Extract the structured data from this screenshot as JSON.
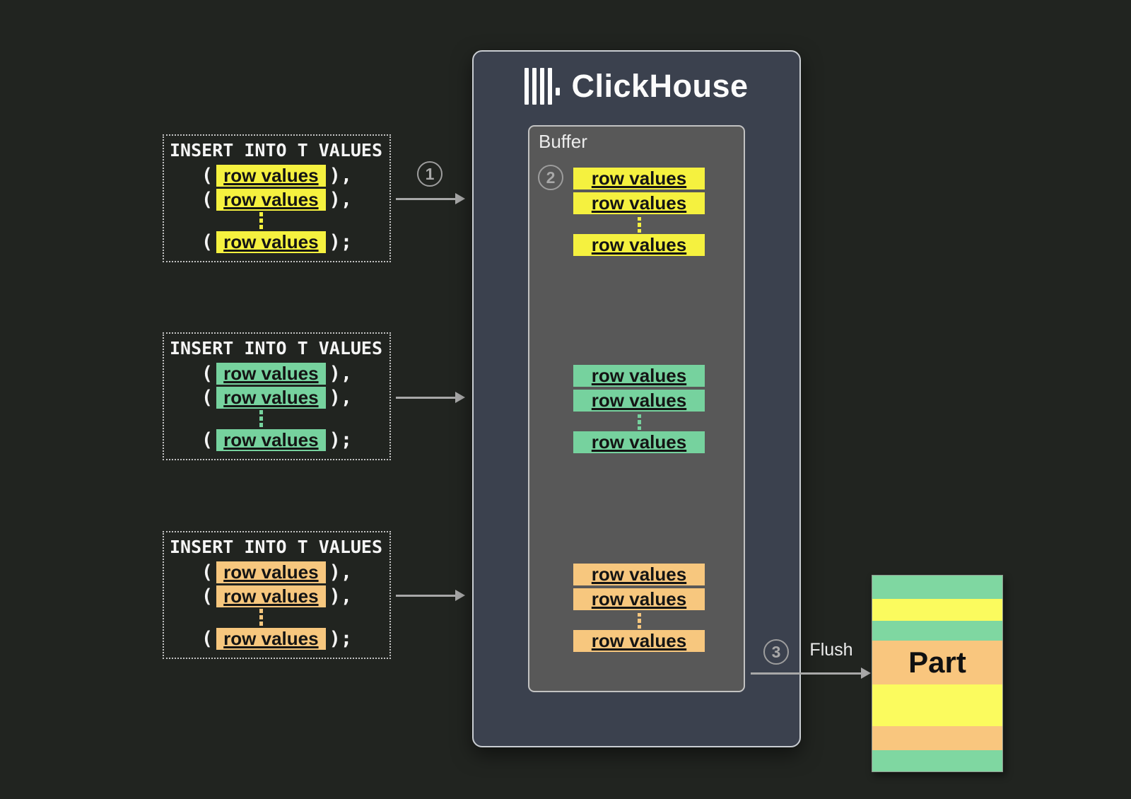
{
  "background": "#212420",
  "palette": {
    "yellow": "#f5f13f",
    "green": "#76d29e",
    "orange": "#f7c77e",
    "panel_fill": "#3b414e",
    "panel_border": "#c9cdd2",
    "buffer_fill": "#585858",
    "arrow_gray": "#a8a8a8"
  },
  "insert_blocks": [
    {
      "title": "INSERT INTO T VALUES",
      "color": "yellow",
      "rows": [
        {
          "pre": "(",
          "label": "row values",
          "post": "),"
        },
        {
          "pre": "(",
          "label": "row values",
          "post": "),"
        },
        {
          "pre": "(",
          "label": "row values",
          "post": ");"
        }
      ]
    },
    {
      "title": "INSERT INTO T VALUES",
      "color": "green",
      "rows": [
        {
          "pre": "(",
          "label": "row values",
          "post": "),"
        },
        {
          "pre": "(",
          "label": "row values",
          "post": "),"
        },
        {
          "pre": "(",
          "label": "row values",
          "post": ");"
        }
      ]
    },
    {
      "title": "INSERT INTO T VALUES",
      "color": "orange",
      "rows": [
        {
          "pre": "(",
          "label": "row values",
          "post": "),"
        },
        {
          "pre": "(",
          "label": "row values",
          "post": "),"
        },
        {
          "pre": "(",
          "label": "row values",
          "post": ");"
        }
      ]
    }
  ],
  "step_badges": {
    "one": "1",
    "two": "2",
    "three": "3"
  },
  "clickhouse": {
    "name": "ClickHouse"
  },
  "buffer": {
    "label": "Buffer",
    "groups": [
      {
        "color": "yellow",
        "rows": [
          "row values",
          "row values",
          "row values"
        ]
      },
      {
        "color": "green",
        "rows": [
          "row values",
          "row values",
          "row values"
        ]
      },
      {
        "color": "orange",
        "rows": [
          "row values",
          "row values",
          "row values"
        ]
      }
    ]
  },
  "flush": {
    "label": "Flush"
  },
  "part": {
    "label": "Part",
    "stripes": [
      {
        "color": "#7fd7a1",
        "height": 33
      },
      {
        "color": "#fbfb5e",
        "height": 31
      },
      {
        "color": "#7fd7a1",
        "height": 29
      },
      {
        "color": "#f9c67e",
        "height": 62,
        "has_label": true
      },
      {
        "color": "#fbfb5e",
        "height": 60
      },
      {
        "color": "#f9c67e",
        "height": 34
      },
      {
        "color": "#7fd7a1",
        "height": 30
      }
    ]
  }
}
